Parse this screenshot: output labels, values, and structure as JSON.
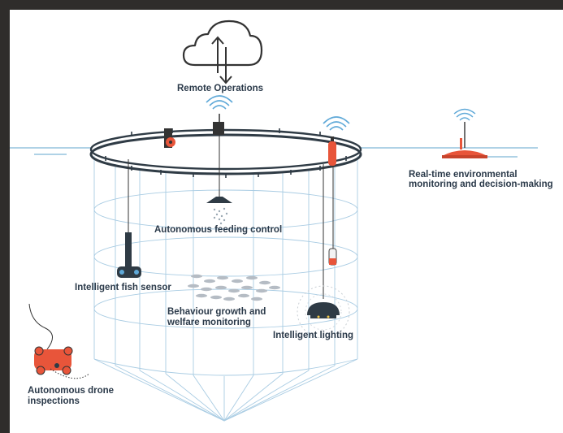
{
  "labels": {
    "remote": "Remote Operations",
    "env_line1": "Real-time environmental",
    "env_line2": "monitoring and decision-making",
    "feeding": "Autonomous feeding control",
    "fish_sensor": "Intelligent fish sensor",
    "behaviour_line1": "Behaviour growth and",
    "behaviour_line2": "welfare monitoring",
    "lighting": "Intelligent lighting",
    "drone_line1": "Autonomous drone",
    "drone_line2": "inspections"
  },
  "colors": {
    "accent": "#e8553a",
    "ink": "#2b3a4a",
    "net": "#9ec3dd",
    "water": "#7fb7d6"
  },
  "icons": [
    "cloud-icon",
    "upload-arrow-icon",
    "download-arrow-icon",
    "wifi-icon"
  ]
}
